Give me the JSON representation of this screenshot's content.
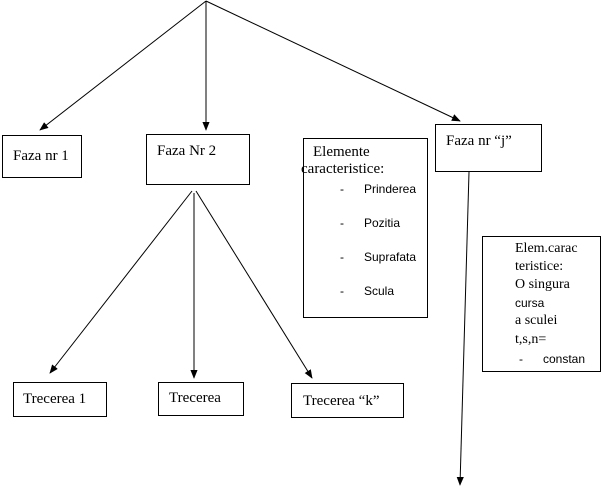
{
  "phases": {
    "phase_1": "Faza nr 1",
    "phase_2": "Faza  Nr 2",
    "phase_j": "Faza nr “j”"
  },
  "characteristics": {
    "title_line1": "Elemente",
    "title_line2": "caracteristice:",
    "items": [
      {
        "dash": "-",
        "text": "Prinderea"
      },
      {
        "dash": "-",
        "text": "Pozitia"
      },
      {
        "dash": "-",
        "text": "Suprafata"
      },
      {
        "dash": "-",
        "text": "Scula"
      }
    ]
  },
  "elem_carac": {
    "line1": "Elem.carac",
    "line2": "teristice:",
    "line3": "O singura",
    "line4": "cursa",
    "line5": "a sculei",
    "line6": "t,s,n=",
    "item": {
      "dash": "-",
      "text": "constan"
    }
  },
  "passes": {
    "pass_1": "Trecerea 1",
    "pass_2": "Trecerea",
    "pass_k": "Trecerea “k”"
  }
}
